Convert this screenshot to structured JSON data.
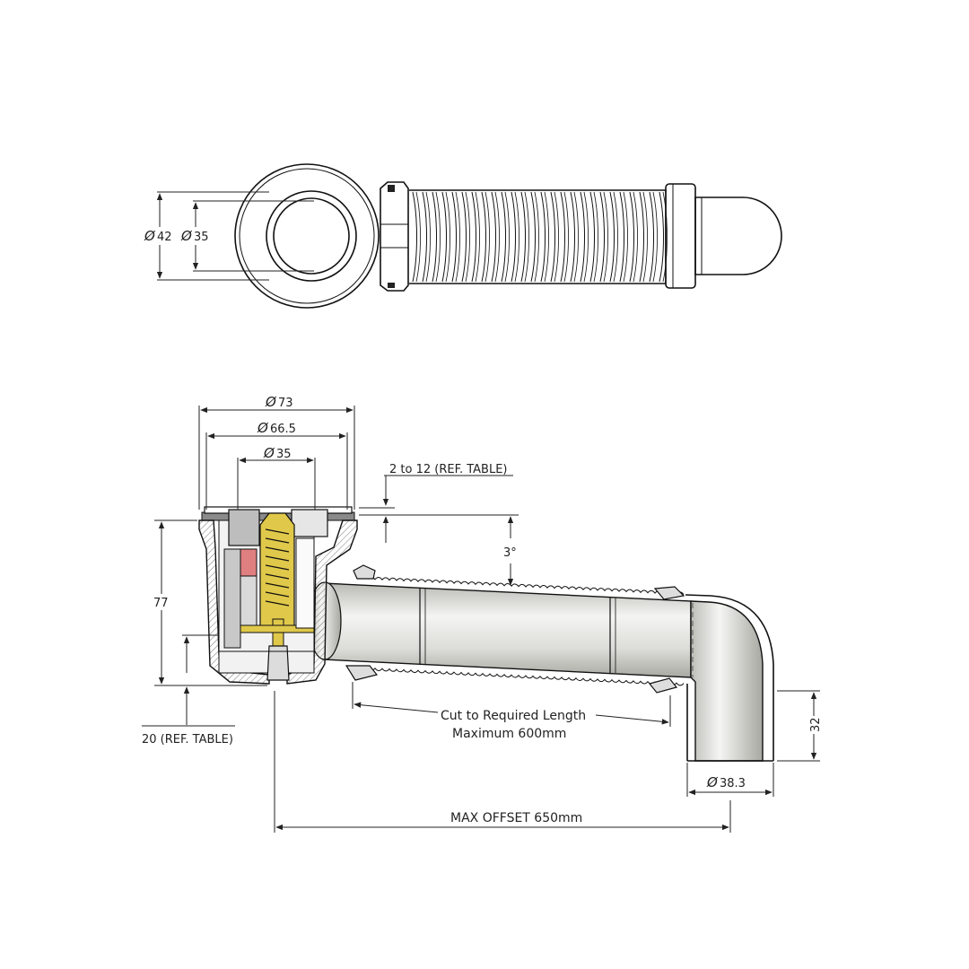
{
  "top_view": {
    "dim_outer": "42",
    "dim_inner": "35"
  },
  "section_view": {
    "dim_flange": "73",
    "dim_body": "66.5",
    "dim_outlet_top": "35",
    "adjust_range": "2 to 12 (REF. TABLE)",
    "slope": "3°",
    "height": "77",
    "base_height": "20 (REF. TABLE)",
    "cut_line1": "Cut to Required Length",
    "cut_line2": "Maximum 600mm",
    "outlet_drop": "32",
    "outlet_diam": "38.3",
    "max_offset": "MAX OFFSET 650mm"
  },
  "symbols": {
    "diameter": "Ø"
  },
  "colors": {
    "line": "#111111",
    "fill_grey": "#cfcfcf",
    "fill_light": "#eeeeee",
    "brass": "#e0c84a",
    "red": "#e07f7f"
  }
}
